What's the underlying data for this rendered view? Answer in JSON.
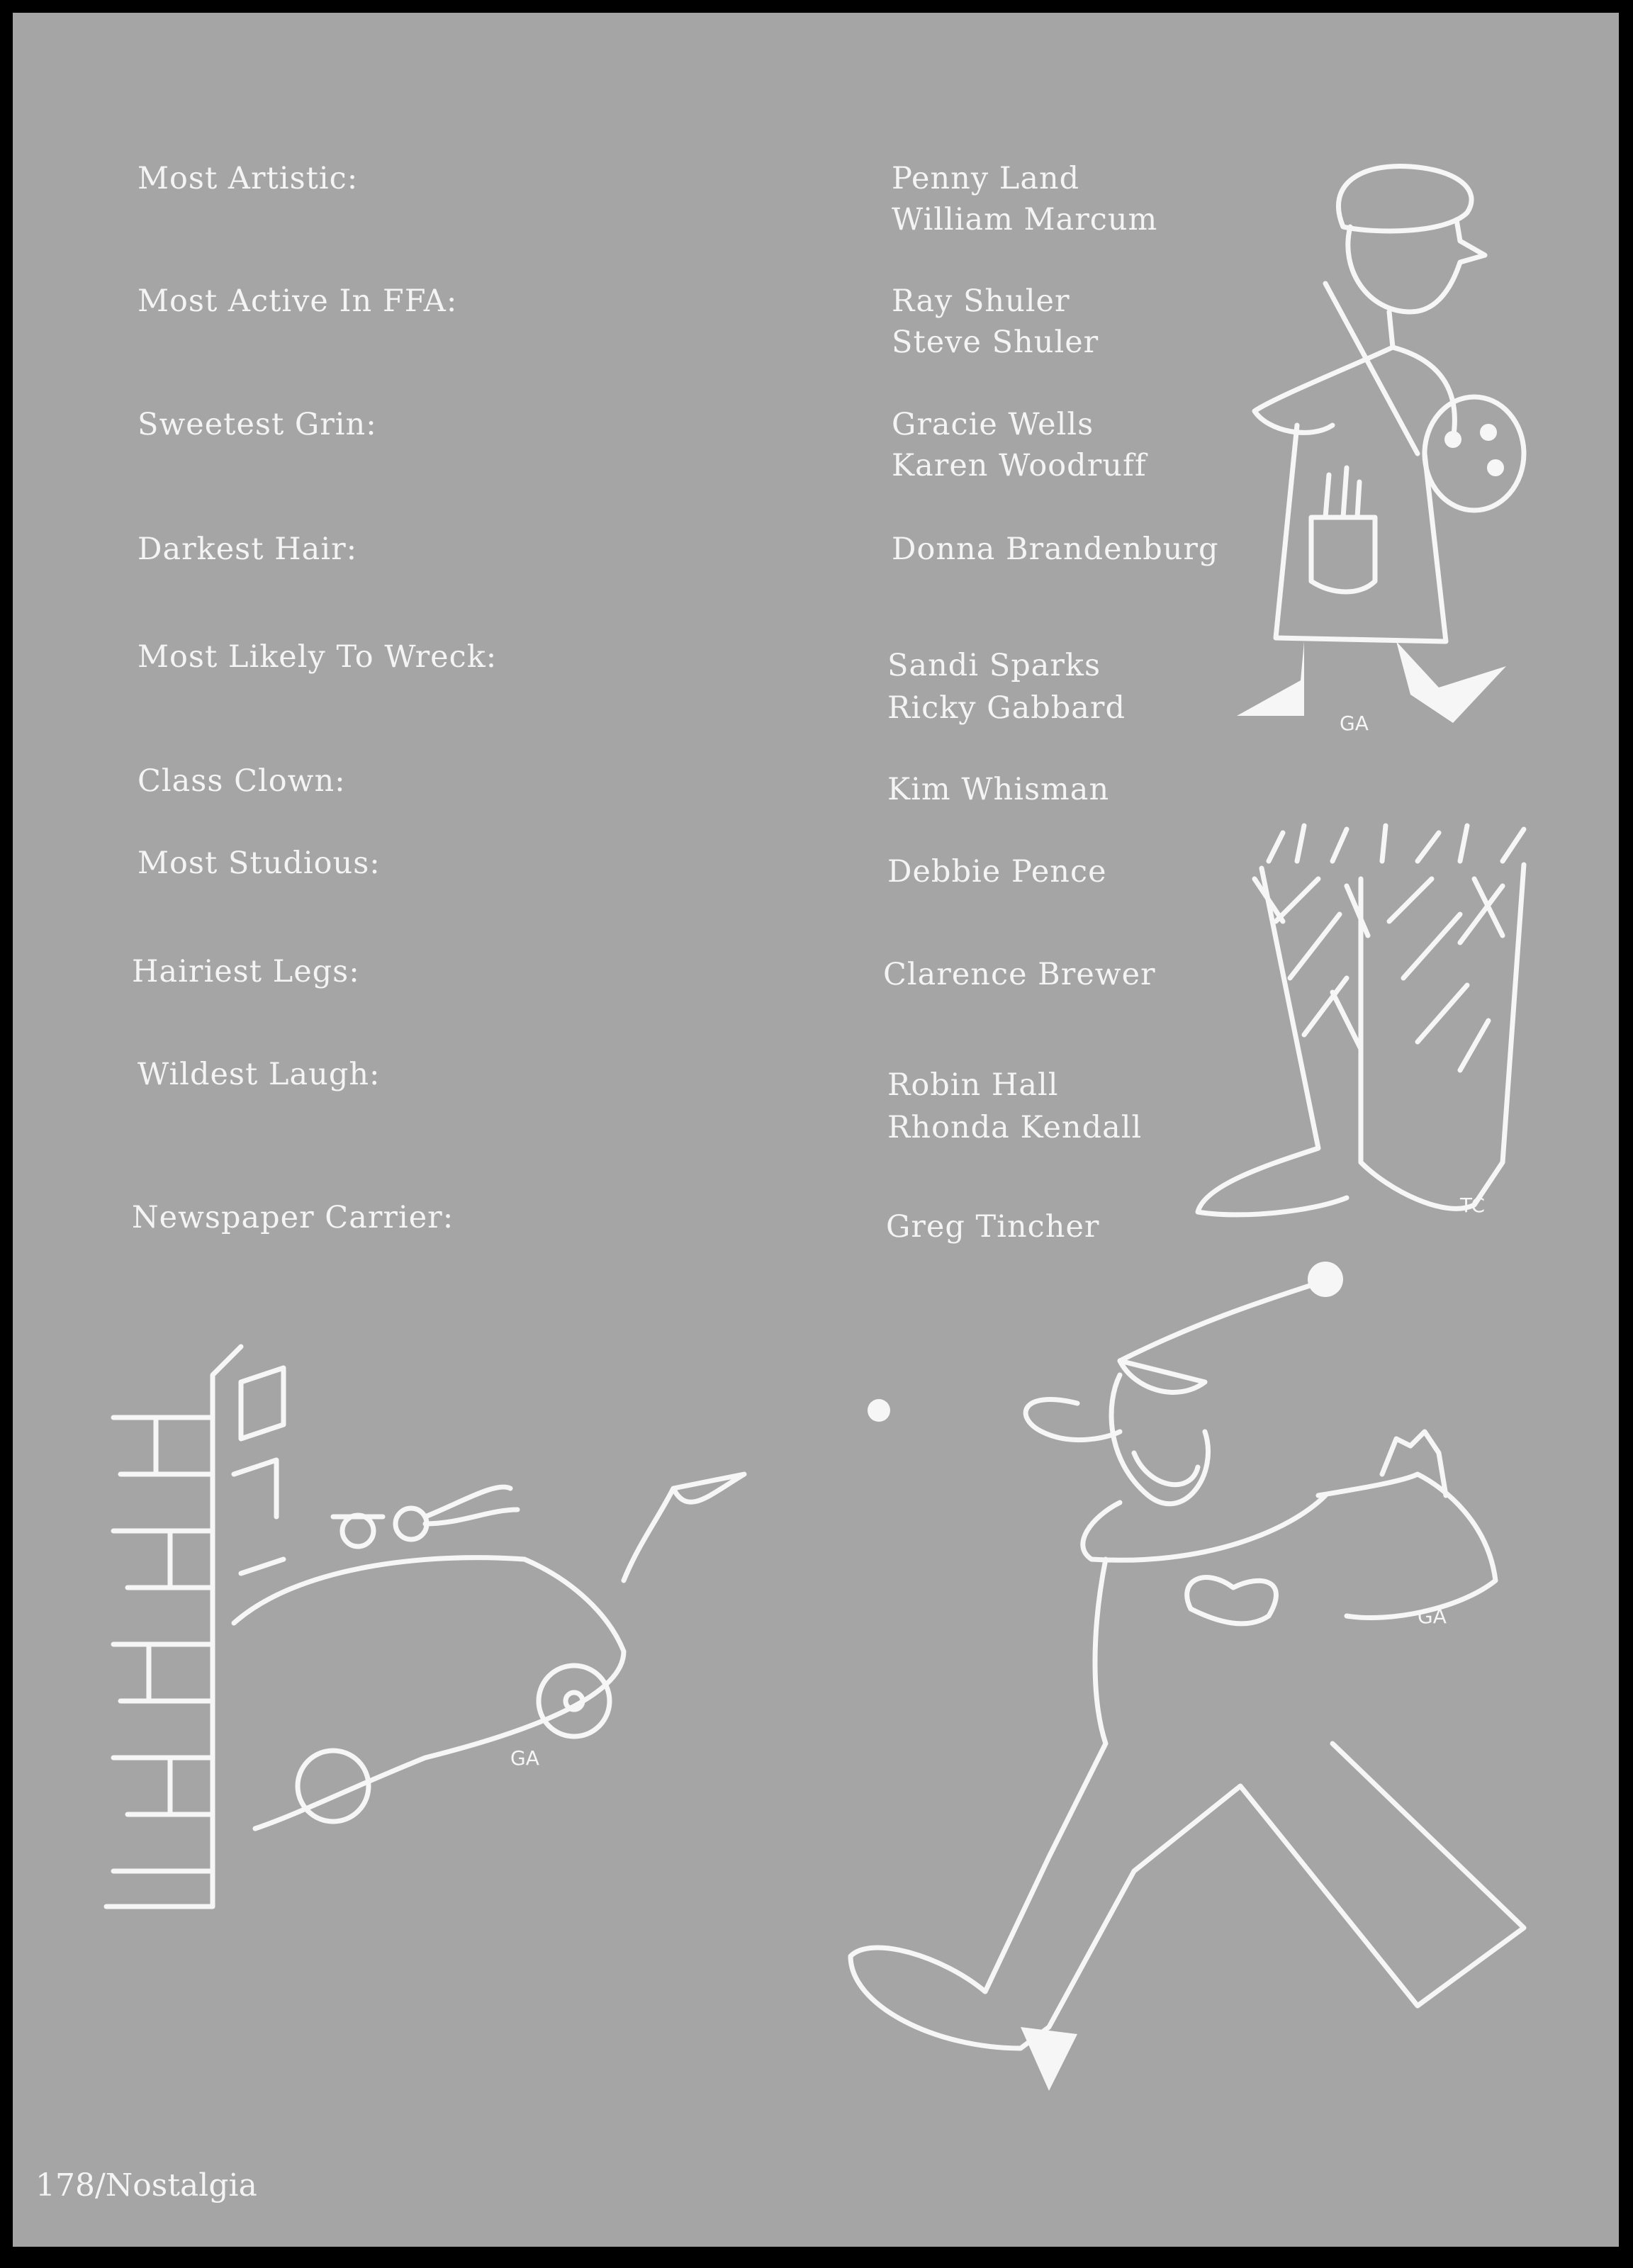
{
  "superlatives": [
    {
      "title": "Most Artistic:",
      "names": [
        "Penny Land",
        "William Marcum"
      ]
    },
    {
      "title": "Most Active In FFA:",
      "names": [
        "Ray Shuler",
        "Steve Shuler"
      ]
    },
    {
      "title": "Sweetest Grin:",
      "names": [
        "Gracie Wells",
        "Karen Woodruff"
      ]
    },
    {
      "title": "Darkest Hair:",
      "names": [
        "Donna Brandenburg"
      ]
    },
    {
      "title": "Most Likely To Wreck:",
      "names": [
        "Sandi Sparks",
        "Ricky Gabbard"
      ]
    },
    {
      "title": "Class Clown:",
      "names": [
        "Kim Whisman"
      ]
    },
    {
      "title": "Most Studious:",
      "names": [
        "Debbie Pence"
      ]
    },
    {
      "title": "Hairiest Legs:",
      "names": [
        "Clarence Brewer"
      ]
    },
    {
      "title": "Wildest Laugh:",
      "names": [
        "Robin Hall",
        "Rhonda Kendall"
      ]
    },
    {
      "title": "Newspaper Carrier:",
      "names": [
        "Greg Tincher"
      ]
    }
  ],
  "illustrations": {
    "artist_initials": "GA",
    "legs_initials": "TC",
    "car_initials": "GA",
    "clown_initials": "GA"
  },
  "footer": {
    "folio": "178/Nostalgia"
  }
}
